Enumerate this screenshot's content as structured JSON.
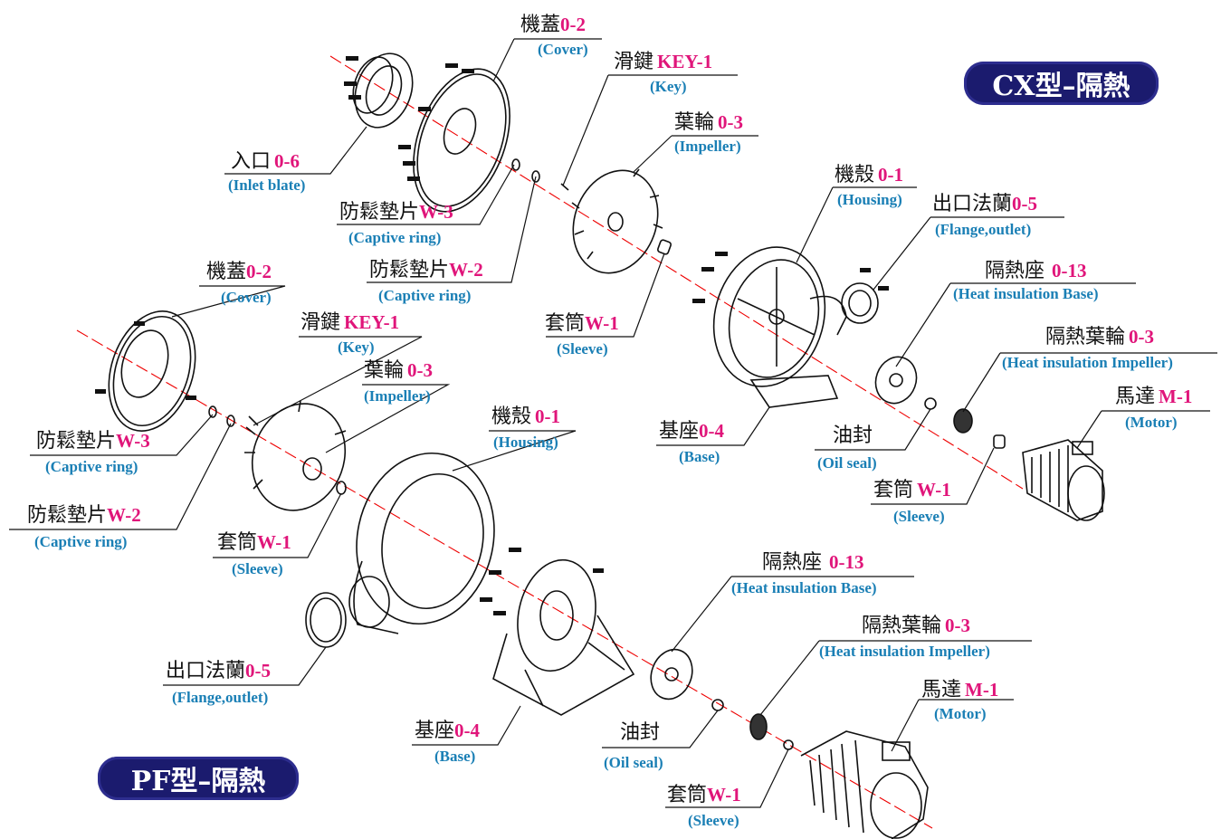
{
  "badges": {
    "cx": "CX型–隔熱",
    "pf": "PF型–隔熱"
  },
  "cx": {
    "cover": {
      "zh": "機蓋",
      "code": "0-2",
      "en": "(Cover)"
    },
    "key": {
      "zh": "滑鍵",
      "code": "KEY-1",
      "en": "(Key)"
    },
    "impeller": {
      "zh": "葉輪",
      "code": "0-3",
      "en": "(Impeller)"
    },
    "inlet": {
      "zh": "入口",
      "code": "0-6",
      "en": "(Inlet blate)"
    },
    "captive3": {
      "zh": "防鬆墊片",
      "code": "W-3",
      "en": "(Captive ring)"
    },
    "captive2": {
      "zh": "防鬆墊片",
      "code": "W-2",
      "en": "(Captive ring)"
    },
    "housing": {
      "zh": "機殼",
      "code": "0-1",
      "en": "(Housing)"
    },
    "flange": {
      "zh": "出口法蘭",
      "code": "0-5",
      "en": "(Flange,outlet)"
    },
    "heat_base": {
      "zh": "隔熱座",
      "code": "0-13",
      "en": "(Heat insulation Base)"
    },
    "sleeve_a": {
      "zh": "套筒",
      "code": "W-1",
      "en": "(Sleeve)"
    },
    "heat_impeller": {
      "zh": "隔熱葉輪",
      "code": "0-3",
      "en": "(Heat insulation Impeller)"
    },
    "motor": {
      "zh": "馬達",
      "code": "M-1",
      "en": "(Motor)"
    },
    "base": {
      "zh": "基座",
      "code": "0-4",
      "en": "(Base)"
    },
    "oil_seal": {
      "zh": "油封",
      "code": "",
      "en": "(Oil seal)"
    },
    "sleeve_b": {
      "zh": "套筒",
      "code": "W-1",
      "en": "(Sleeve)"
    }
  },
  "pf": {
    "cover": {
      "zh": "機蓋",
      "code": "0-2",
      "en": "(Cover)"
    },
    "key": {
      "zh": "滑鍵",
      "code": "KEY-1",
      "en": "(Key)"
    },
    "impeller": {
      "zh": "葉輪",
      "code": "0-3",
      "en": "(Impeller)"
    },
    "captive3": {
      "zh": "防鬆墊片",
      "code": "W-3",
      "en": "(Captive ring)"
    },
    "housing": {
      "zh": "機殼",
      "code": "0-1",
      "en": "(Housing)"
    },
    "captive2": {
      "zh": "防鬆墊片",
      "code": "W-2",
      "en": "(Captive ring)"
    },
    "sleeve_a": {
      "zh": "套筒",
      "code": "W-1",
      "en": "(Sleeve)"
    },
    "heat_base": {
      "zh": "隔熱座",
      "code": "0-13",
      "en": "(Heat insulation Base)"
    },
    "heat_impeller": {
      "zh": "隔熱葉輪",
      "code": "0-3",
      "en": "(Heat insulation Impeller)"
    },
    "flange": {
      "zh": "出口法蘭",
      "code": "0-5",
      "en": "(Flange,outlet)"
    },
    "motor": {
      "zh": "馬達",
      "code": "M-1",
      "en": "(Motor)"
    },
    "base": {
      "zh": "基座",
      "code": "0-4",
      "en": "(Base)"
    },
    "oil_seal": {
      "zh": "油封",
      "code": "",
      "en": "(Oil seal)"
    },
    "sleeve_b": {
      "zh": "套筒",
      "code": "W-1",
      "en": "(Sleeve)"
    }
  }
}
